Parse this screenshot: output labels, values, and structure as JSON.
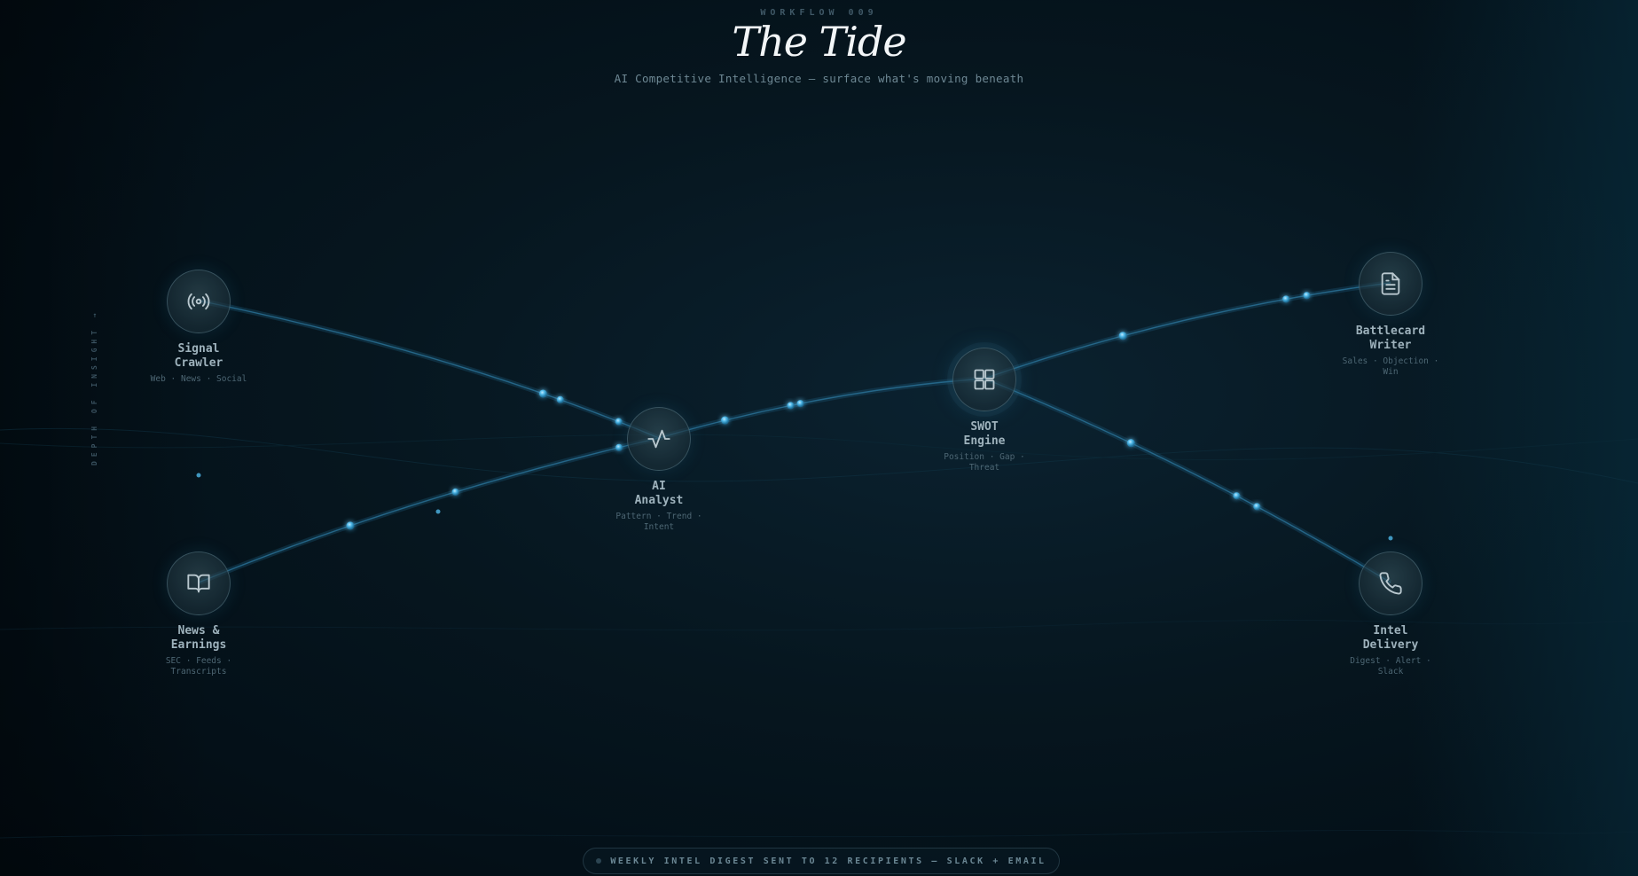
{
  "header": {
    "eyebrow": "WORKFLOW 009",
    "title": "The Tide",
    "subtitle": "AI Competitive Intelligence — surface what's moving beneath"
  },
  "side_label": "DEPTH OF INSIGHT →",
  "nodes": [
    {
      "id": "signal-crawler",
      "label": "Signal\nCrawler",
      "sub": "Web · News · Social",
      "icon": "broadcast-icon"
    },
    {
      "id": "news-earnings",
      "label": "News &\nEarnings",
      "sub": "SEC · Feeds · Transcripts",
      "icon": "book-icon"
    },
    {
      "id": "ai-analyst",
      "label": "AI\nAnalyst",
      "sub": "Pattern · Trend · Intent",
      "icon": "activity-icon"
    },
    {
      "id": "swot-engine",
      "label": "SWOT\nEngine",
      "sub": "Position · Gap · Threat",
      "icon": "grid-icon"
    },
    {
      "id": "battlecard-writer",
      "label": "Battlecard\nWriter",
      "sub": "Sales · Objection · Win",
      "icon": "document-icon"
    },
    {
      "id": "intel-delivery",
      "label": "Intel\nDelivery",
      "sub": "Digest · Alert · Slack",
      "icon": "phone-icon"
    }
  ],
  "edges": [
    {
      "from": "signal-crawler",
      "to": "ai-analyst"
    },
    {
      "from": "news-earnings",
      "to": "ai-analyst"
    },
    {
      "from": "ai-analyst",
      "to": "swot-engine"
    },
    {
      "from": "swot-engine",
      "to": "battlecard-writer"
    },
    {
      "from": "swot-engine",
      "to": "intel-delivery"
    }
  ],
  "footer": {
    "text": "WEEKLY INTEL DIGEST SENT TO 12 RECIPIENTS — SLACK + EMAIL"
  },
  "colors": {
    "accent": "#4fb8e8",
    "line": "#1e5a78",
    "background": "#06161f"
  }
}
